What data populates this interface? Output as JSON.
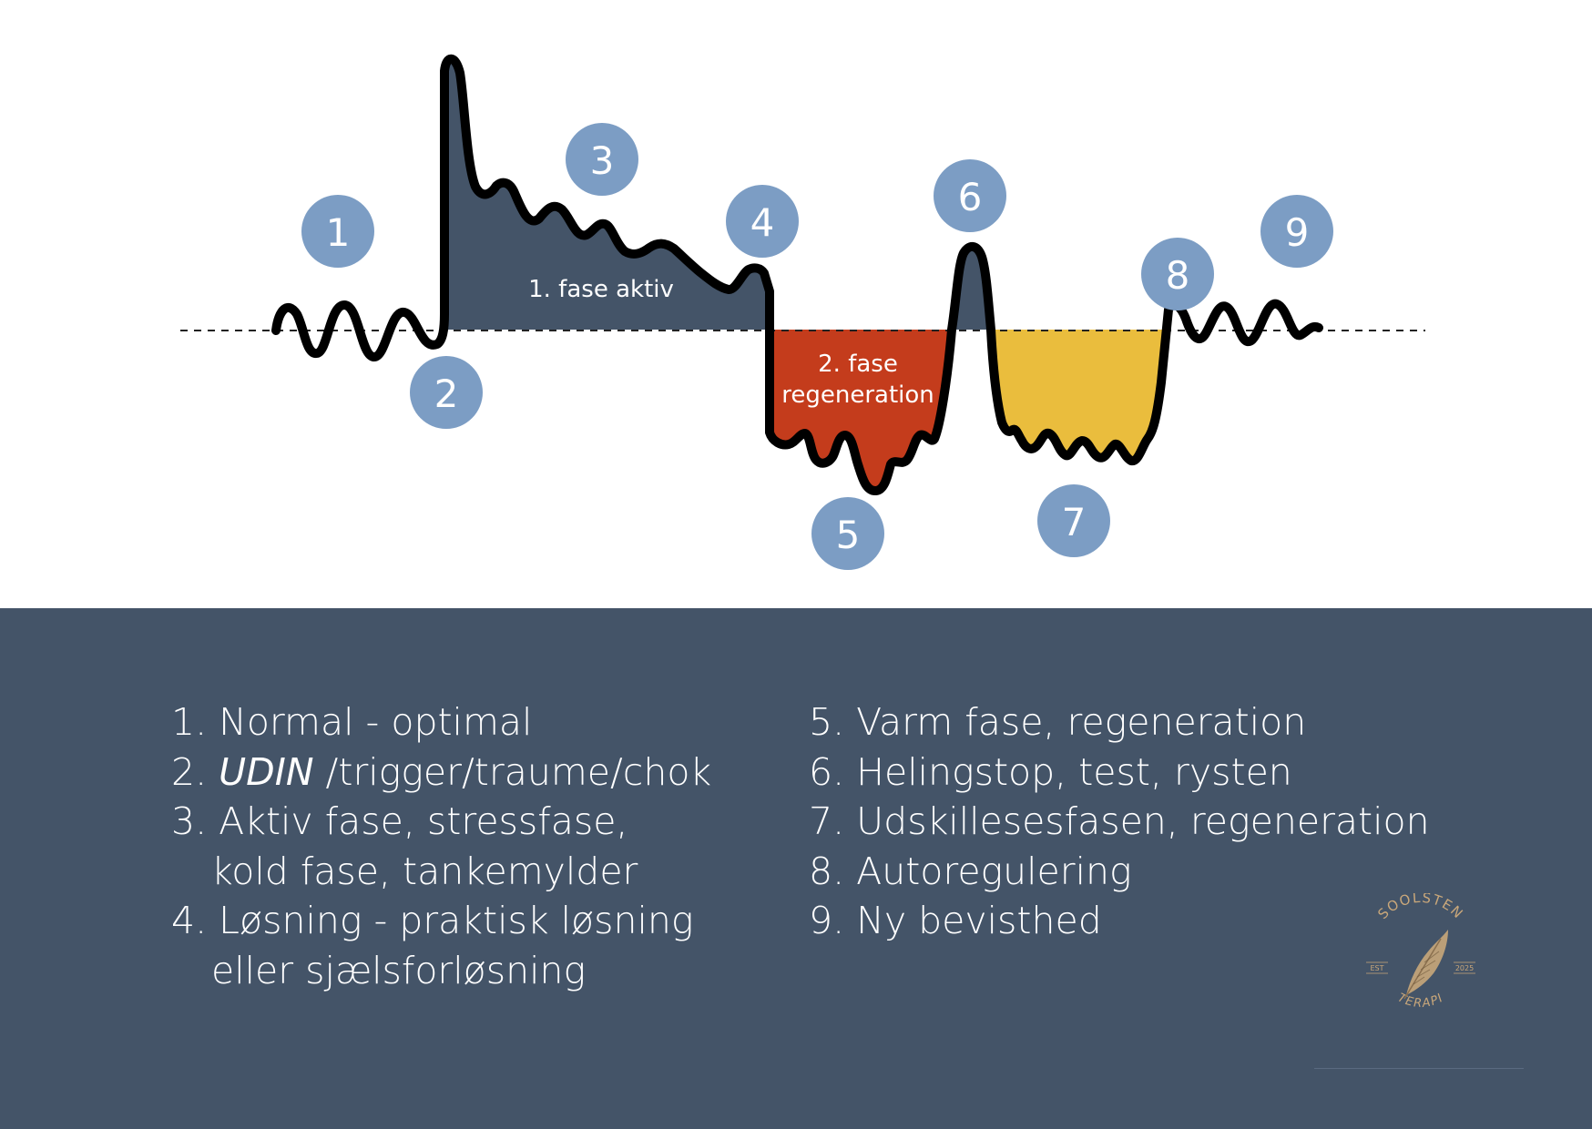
{
  "diagram": {
    "fills": {
      "phase1": "#445468",
      "phase2": "#c43c1c",
      "phase3": "#eabd3d",
      "badge": "#7c9dc4",
      "line": "#000000"
    },
    "phase_labels": {
      "active": "1. fase aktiv",
      "regeneration_line1": "2. fase",
      "regeneration_line2": "regeneration"
    },
    "badges": [
      "1",
      "2",
      "3",
      "4",
      "5",
      "6",
      "7",
      "8",
      "9"
    ]
  },
  "list": {
    "left": [
      {
        "number": "1.",
        "text": "Normal - optimal"
      },
      {
        "number": "2.",
        "emphasis": "UDIN",
        "text": " /trigger/traume/chok"
      },
      {
        "number": "3.",
        "text": "Aktiv fase, stressfase,",
        "continuation": "kold fase, tankemylder"
      },
      {
        "number": "4.",
        "text": "Løsning - praktisk løsning",
        "continuation": "eller sjælsforløsning"
      }
    ],
    "right": [
      {
        "number": "5.",
        "text": "Varm fase, regeneration"
      },
      {
        "number": "6.",
        "text": "Helingstop, test, rysten"
      },
      {
        "number": "7.",
        "text": "Udskillesesfasen, regeneration"
      },
      {
        "number": "8.",
        "text": "Autoregulering"
      },
      {
        "number": "9.",
        "text": "Ny bevisthed"
      }
    ]
  },
  "logo": {
    "name": "SOOLSTEN",
    "subtitle": "TERAPI",
    "est_label": "EST",
    "year": "2025",
    "color": "#c9a77a",
    "icon": "feather-icon"
  },
  "colors": {
    "panel_background": "#445468",
    "text": "#ffffff"
  }
}
